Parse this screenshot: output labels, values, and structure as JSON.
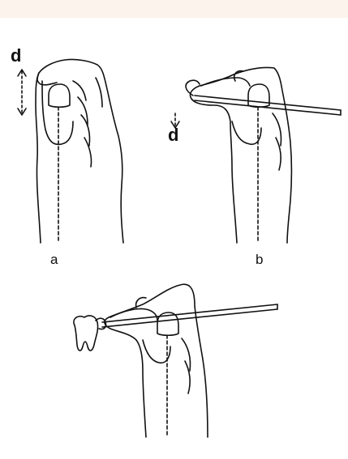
{
  "figure": {
    "background_color": "#ffffff",
    "strip_color": "#fbf3ec",
    "ink_color": "#111111",
    "labels": {
      "d_left": "d",
      "d_right": "d",
      "panel_a": "a",
      "panel_b": "b"
    },
    "icons": {
      "hand_a": "hand-icon",
      "hand_b": "hand-icon",
      "hand_c": "hand-icon",
      "instrument_b": "dental-instrument-icon",
      "instrument_c": "dental-instrument-icon",
      "tooth": "tooth-icon"
    }
  }
}
